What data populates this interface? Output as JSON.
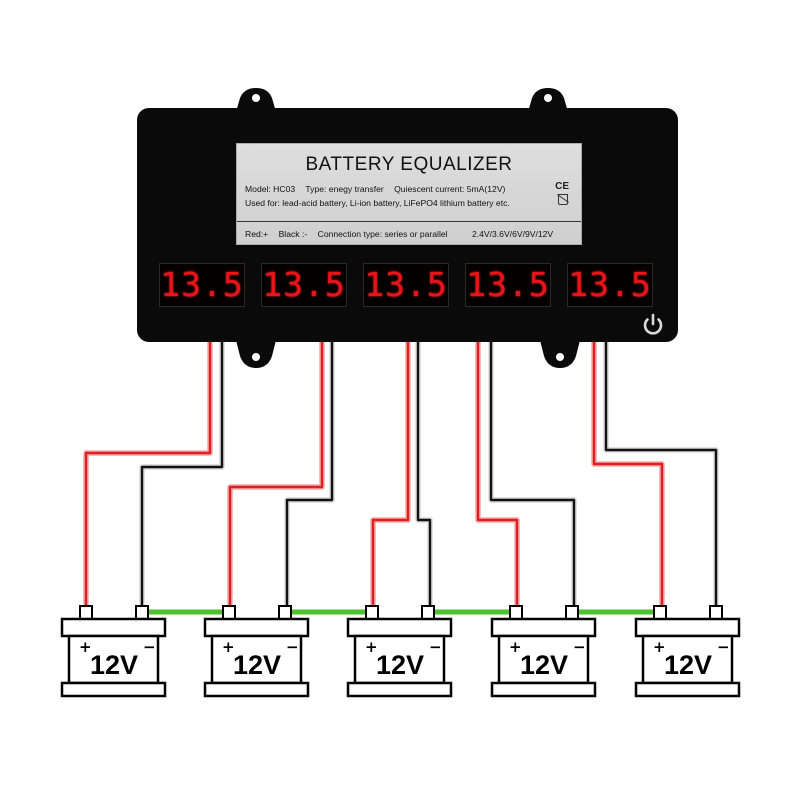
{
  "device": {
    "title": "BATTERY EQUALIZER",
    "spec_line_1": [
      "Model: HC03",
      "Type: enegy transfer",
      "Quiescent current: 5mA(12V)"
    ],
    "spec_line_2": "Used for: lead-acid battery, Li-ion battery, LiFePO4 lithium battery etc.",
    "spec_line_3": [
      "Red:+",
      "Black :-",
      "Connection type: series or parallel",
      "2.4V/3.6V/6V/9V/12V"
    ],
    "ce_mark": "CE",
    "weee_icon": "crossed-bin-icon",
    "power_icon": "power-icon",
    "displays": [
      "13.5",
      "13.5",
      "13.5",
      "13.5",
      "13.5"
    ]
  },
  "batteries": [
    {
      "voltage": "12V",
      "plus": "+",
      "minus": "−"
    },
    {
      "voltage": "12V",
      "plus": "+",
      "minus": "−"
    },
    {
      "voltage": "12V",
      "plus": "+",
      "minus": "−"
    },
    {
      "voltage": "12V",
      "plus": "+",
      "minus": "−"
    },
    {
      "voltage": "12V",
      "plus": "+",
      "minus": "−"
    }
  ],
  "colors": {
    "device_body": "#0a0a0a",
    "display_text": "#e8141a",
    "wire_red_core": "#e02020",
    "wire_red_outline": "#f4a8a8",
    "wire_black_core": "#111111",
    "wire_black_outline": "#d8d8d8",
    "series_link": "#4cc22c",
    "power_button": "#d9d9d9"
  }
}
